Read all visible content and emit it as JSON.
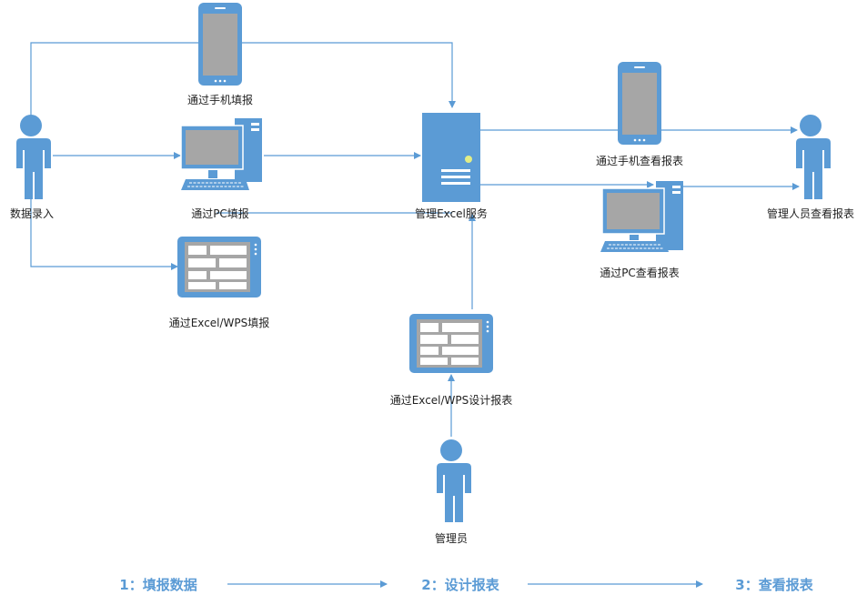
{
  "colors": {
    "accent": "#5b9bd5",
    "screen": "#a6a6a6",
    "line": "#5b9bd5",
    "text": "#222222"
  },
  "nodes": {
    "data_entry": {
      "label": "数据录入",
      "icon": "person-icon"
    },
    "mobile_fill": {
      "label": "通过手机填报",
      "icon": "smartphone-icon"
    },
    "pc_fill": {
      "label": "通过PC填报",
      "icon": "desktop-computer-icon"
    },
    "excel_fill": {
      "label": "通过Excel/WPS填报",
      "icon": "tablet-icon"
    },
    "server": {
      "label": "管理Excel服务",
      "icon": "server-icon"
    },
    "excel_design": {
      "label": "通过Excel/WPS设计报表",
      "icon": "tablet-icon"
    },
    "admin": {
      "label": "管理员",
      "icon": "person-icon"
    },
    "mobile_view": {
      "label": "通过手机查看报表",
      "icon": "smartphone-icon"
    },
    "pc_view": {
      "label": "通过PC查看报表",
      "icon": "desktop-computer-icon"
    },
    "manager_view": {
      "label": "管理人员查看报表",
      "icon": "person-icon"
    }
  },
  "steps": [
    {
      "label": "1：填报数据"
    },
    {
      "label": "2：设计报表"
    },
    {
      "label": "3：查看报表"
    }
  ]
}
